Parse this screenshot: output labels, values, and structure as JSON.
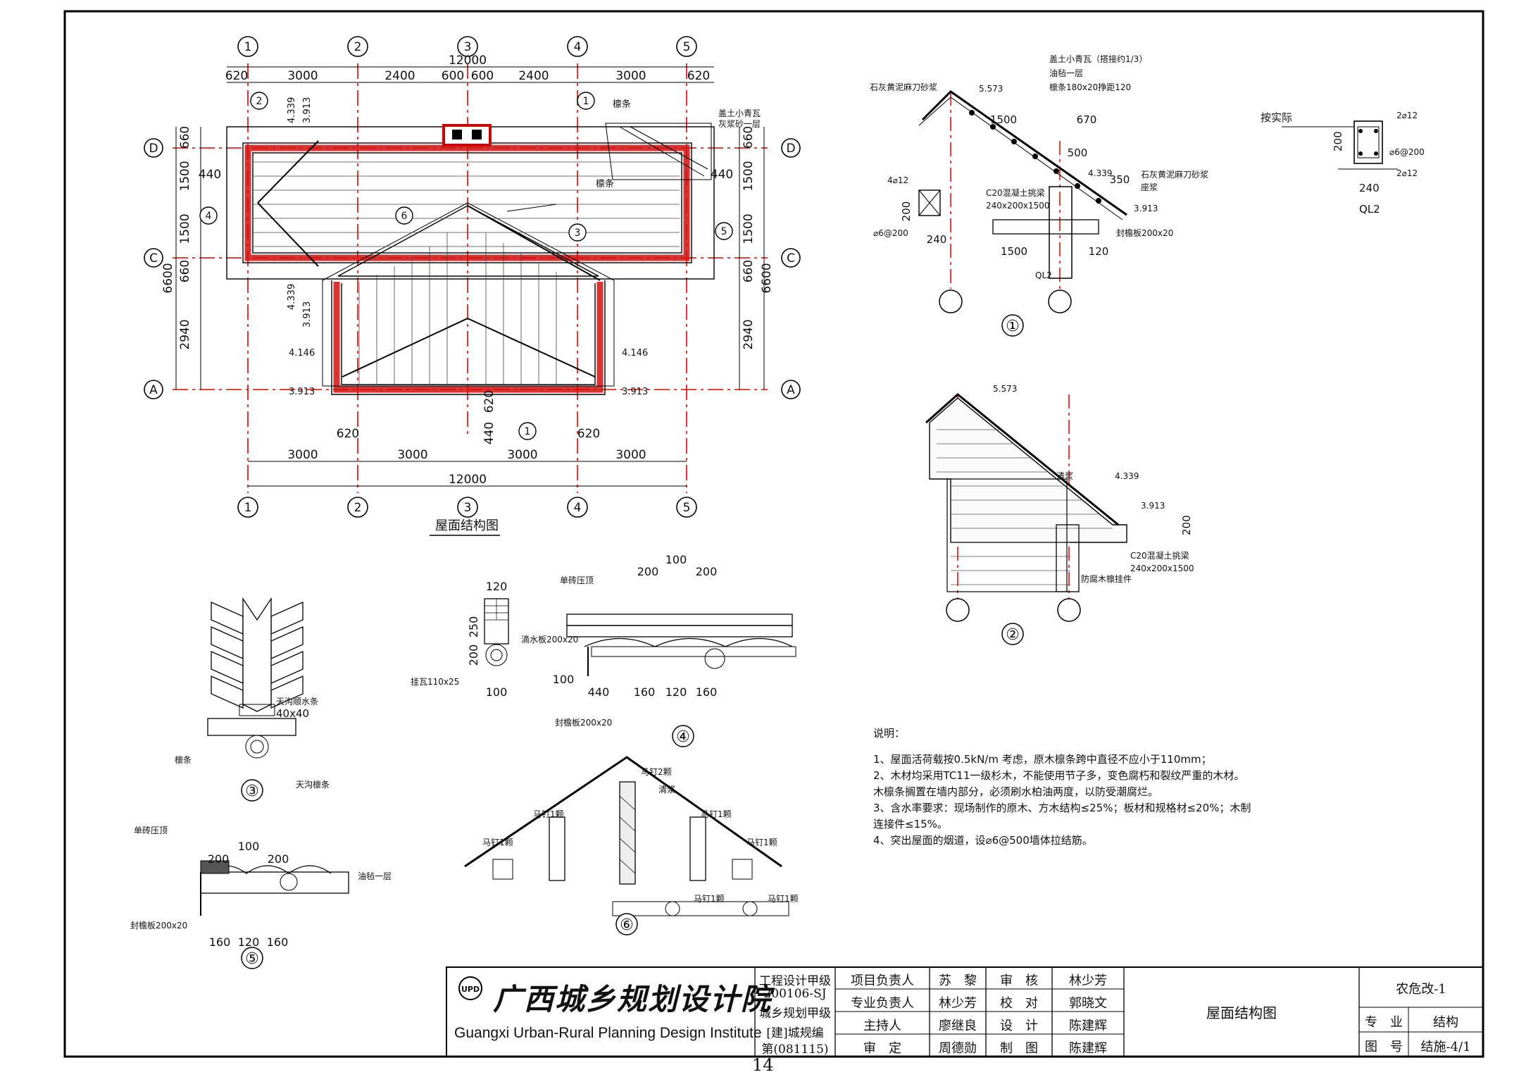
{
  "plan": {
    "grid_numbers": [
      "1",
      "2",
      "3",
      "4",
      "5"
    ],
    "grid_letters": [
      "D",
      "C",
      "A"
    ],
    "overall_top": "12000",
    "overall_bottom": "12000",
    "top_dims": [
      "620",
      "3000",
      "2400",
      "600",
      "600",
      "2400",
      "3000",
      "620"
    ],
    "bottom_dims": [
      "3000",
      "3000",
      "3000",
      "3000"
    ],
    "bottom_small": [
      "620",
      "620",
      "440",
      "620"
    ],
    "left_dims": [
      "660",
      "1500",
      "1500",
      "660",
      "2940"
    ],
    "left_total": "6600",
    "right_dims": [
      "660",
      "1500",
      "1500",
      "660",
      "2940"
    ],
    "right_total": "6600",
    "side_440": [
      "440",
      "440"
    ],
    "elevations": [
      "4.339",
      "3.913",
      "4.339",
      "3.913",
      "4.146",
      "4.146",
      "3.913",
      "3.913"
    ],
    "section_marks": [
      "2",
      "1",
      "4",
      "5",
      "6",
      "3",
      "1"
    ],
    "label_purlin": "檩条",
    "label_tile": "盖土小青瓦",
    "label_mortar": "灰浆砂一层",
    "caption": "屋面结构图"
  },
  "detail1": {
    "ridge_elev": "5.573",
    "eave_elev": "3.913",
    "mid_elev": "4.339",
    "dims": [
      "1500",
      "670",
      "500",
      "350",
      "1500",
      "120",
      "240",
      "200"
    ],
    "notes": [
      "盖土小青瓦（搭接约1/3）",
      "油毡一层",
      "檩条180x20挣距120",
      "石灰黄泥麻刀砂浆",
      "石灰黄泥麻刀砂浆",
      "座浆",
      "C20混凝土挑梁",
      "240x200x1500",
      "封檐板200x20",
      "4⌀12",
      "⌀6@200",
      "QL2"
    ],
    "marker": "①"
  },
  "ql2": {
    "label_actual": "按实际",
    "dims": [
      "200",
      "240"
    ],
    "rebar": [
      "2⌀12",
      "⌀6@200",
      "2⌀12"
    ],
    "name": "QL2"
  },
  "detail2": {
    "ridge_elev": "5.573",
    "elev_mid": "4.339",
    "elev_low": "3.913",
    "dim": "200",
    "labels": [
      "清浆",
      "C20混凝土挑梁",
      "240x200x1500",
      "防腐木檩挂件"
    ],
    "marker": "②"
  },
  "detail3": {
    "labels": [
      "天沟顺水条",
      "40x40",
      "檩条",
      "天沟檩条"
    ],
    "marker": "③"
  },
  "detail4": {
    "dims": [
      "120",
      "250",
      "200",
      "100",
      "200",
      "200",
      "100",
      "440",
      "160",
      "120",
      "160",
      "100"
    ],
    "labels": [
      "单砖压顶",
      "滴水板200x20",
      "挂瓦110x25",
      "封檐板200x20"
    ],
    "marker": "④"
  },
  "detail5": {
    "dims": [
      "200",
      "100",
      "200",
      "160",
      "120",
      "160"
    ],
    "labels": [
      "单砖压顶",
      "油毡一层",
      "封檐板200x20"
    ],
    "marker": "⑤"
  },
  "detail6": {
    "labels": [
      "马钉2颗",
      "清浆",
      "马钉1颗",
      "马钉1颗",
      "马钉1颗",
      "马钉1颗",
      "马钉1颗",
      "马钉1颗"
    ],
    "marker": "⑥"
  },
  "notes": {
    "title": "说明：",
    "items": [
      "1、屋面活荷载按0.5kN/m 考虑，原木檩条跨中直径不应小于110mm；",
      "2、木材均采用TC11一级杉木，不能使用节子多，变色腐朽和裂纹严重的木材。",
      "   木檩条搁置在墙内部分，必须刷水柏油两度，以防受潮腐烂。",
      "3、含水率要求：现场制作的原木、方木结构≤25%；板材和规格材≤20%；木制",
      "   连接件≤15%。",
      "4、突出屋面的烟道，设⌀6@500墙体拉结筋。"
    ]
  },
  "title_block": {
    "org_cn": "广西城乡规划设计院",
    "org_en": "Guangxi Urban-Rural Planning Design Institute",
    "logo": "UPD",
    "qual": [
      "工程设计甲级",
      "200106-SJ",
      "城乡规划甲级",
      "[建]城规编",
      "第(081115)"
    ],
    "roles": [
      "项目负责人",
      "专业负责人",
      "主持人",
      "审　定"
    ],
    "names1": [
      "苏　黎",
      "林少芳",
      "廖继良",
      "周德勋"
    ],
    "roles2": [
      "审　核",
      "校　对",
      "设　计",
      "制　图"
    ],
    "names2": [
      "林少芳",
      "郭晓文",
      "陈建辉",
      "陈建辉"
    ],
    "drawing_title": "屋面结构图",
    "project": "农危改-1",
    "major_label": "专　业",
    "major": "结构",
    "drawing_no_label": "图　号",
    "drawing_no": "结施-4/1"
  },
  "page_number": "14"
}
